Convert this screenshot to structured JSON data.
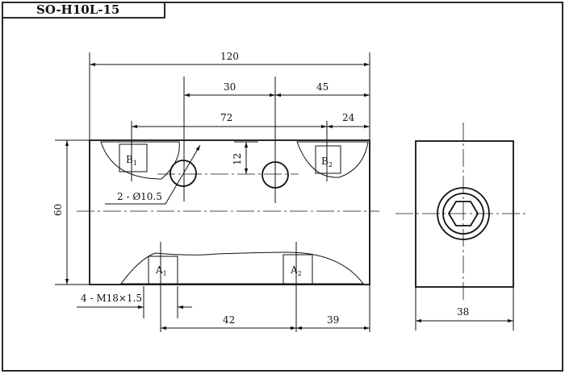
{
  "title": "SO-H10L-15",
  "front_view": {
    "dimensions": {
      "overall_length": "120",
      "hole_spacing": "30",
      "right_offset": "45",
      "port_b_spacing": "72",
      "port_b2_offset": "24",
      "height": "60",
      "hole_offset": "12",
      "port_a_spacing": "42",
      "port_a2_offset": "39"
    },
    "callouts": {
      "holes": "2 - Ø10.5",
      "thread": "4 - M18×1.5"
    },
    "ports": {
      "b1": "B",
      "b1_sub": "1",
      "b2": "B",
      "b2_sub": "2",
      "a1": "A",
      "a1_sub": "1",
      "a2": "A",
      "a2_sub": "2"
    }
  },
  "side_view": {
    "dimensions": {
      "width": "38"
    }
  }
}
